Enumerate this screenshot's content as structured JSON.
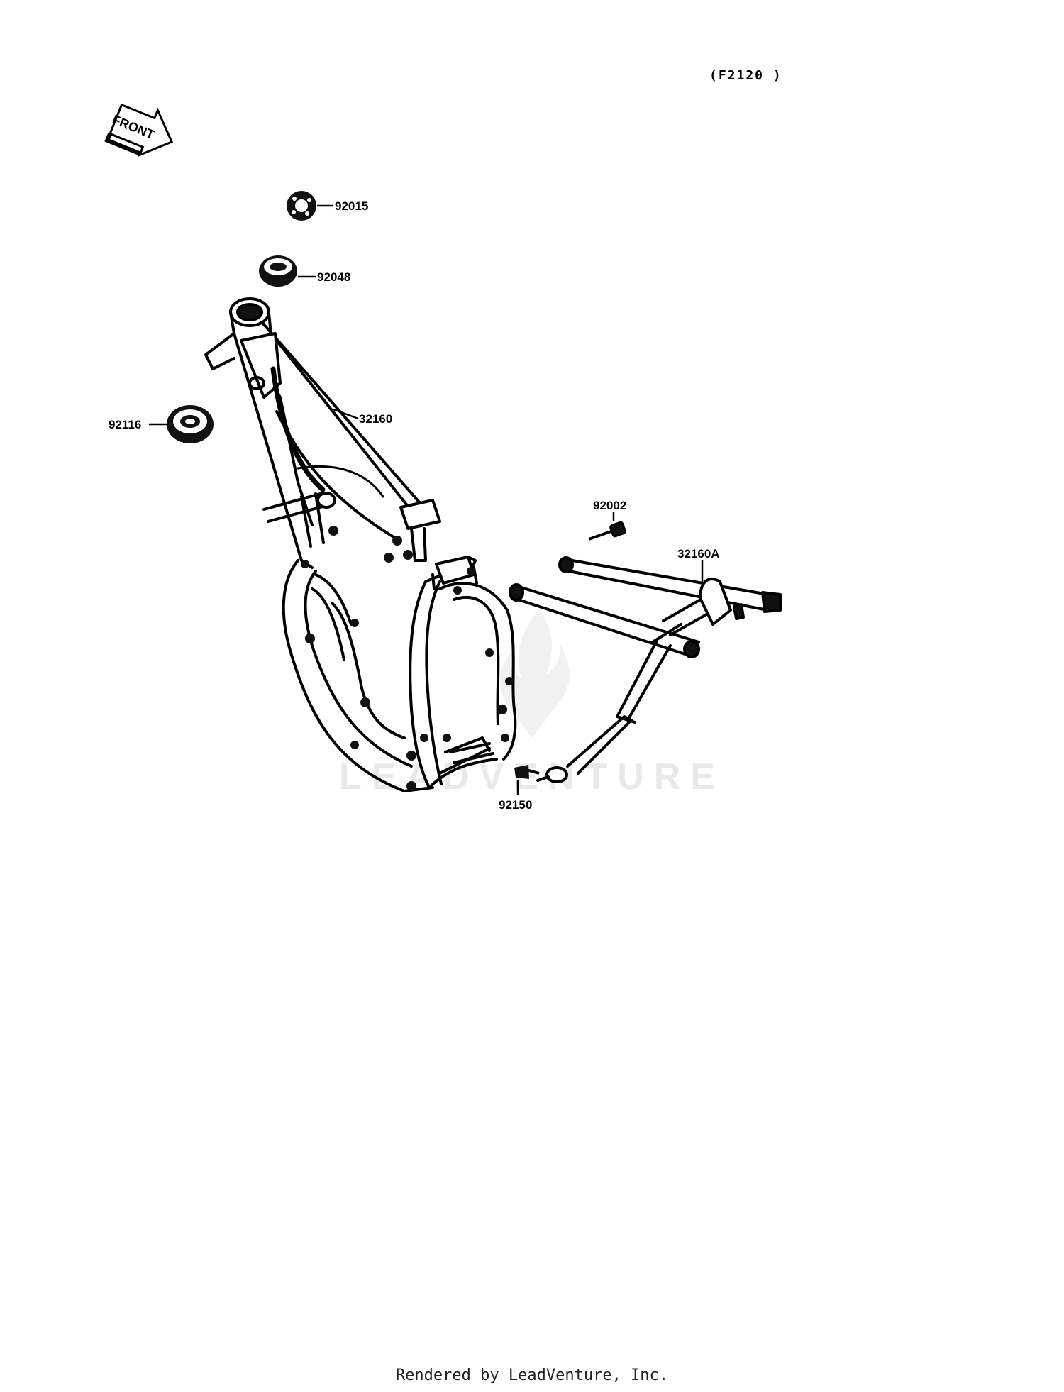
{
  "figure_code": "(F2120 )",
  "front_label": "FRONT",
  "watermark": "LEADVENTURE",
  "footer": "Rendered by LeadVenture, Inc.",
  "parts": [
    {
      "number": "92015",
      "name": "nut"
    },
    {
      "number": "92048",
      "name": "bearing-seal"
    },
    {
      "number": "92116",
      "name": "bearing"
    },
    {
      "number": "32160",
      "name": "frame"
    },
    {
      "number": "92002",
      "name": "bolt"
    },
    {
      "number": "32160A",
      "name": "sub-frame"
    },
    {
      "number": "92150",
      "name": "bolt"
    }
  ],
  "colors": {
    "ink": "#000000",
    "paper": "#ffffff",
    "watermark": "#d8d8d8"
  }
}
